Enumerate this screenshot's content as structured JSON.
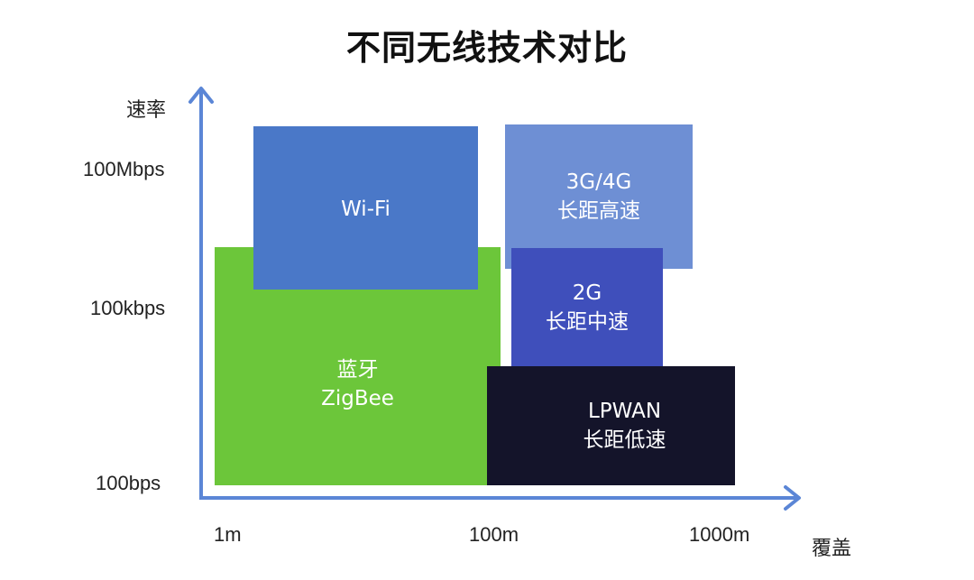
{
  "title": "不同无线技术对比",
  "axes": {
    "y_label": "速率",
    "x_label": "覆盖",
    "y_ticks": [
      "100Mbps",
      "100kbps",
      "100bps"
    ],
    "x_ticks": [
      "1m",
      "100m",
      "1000m"
    ],
    "color": "#5b86d6"
  },
  "regions": [
    {
      "id": "bluetooth-zigbee",
      "line1": "蓝牙",
      "line2": "ZigBee",
      "color": "#6cc63a"
    },
    {
      "id": "wifi",
      "line1": "Wi-Fi",
      "line2": "",
      "color": "#4a78c8"
    },
    {
      "id": "3g4g",
      "line1": "3G/4G",
      "line2": "长距高速",
      "color": "#6e8fd4"
    },
    {
      "id": "2g",
      "line1": "2G",
      "line2": "长距中速",
      "color": "#3f4fbb"
    },
    {
      "id": "lpwan",
      "line1": "LPWAN",
      "line2": "长距低速",
      "color": "#14142a"
    }
  ]
}
